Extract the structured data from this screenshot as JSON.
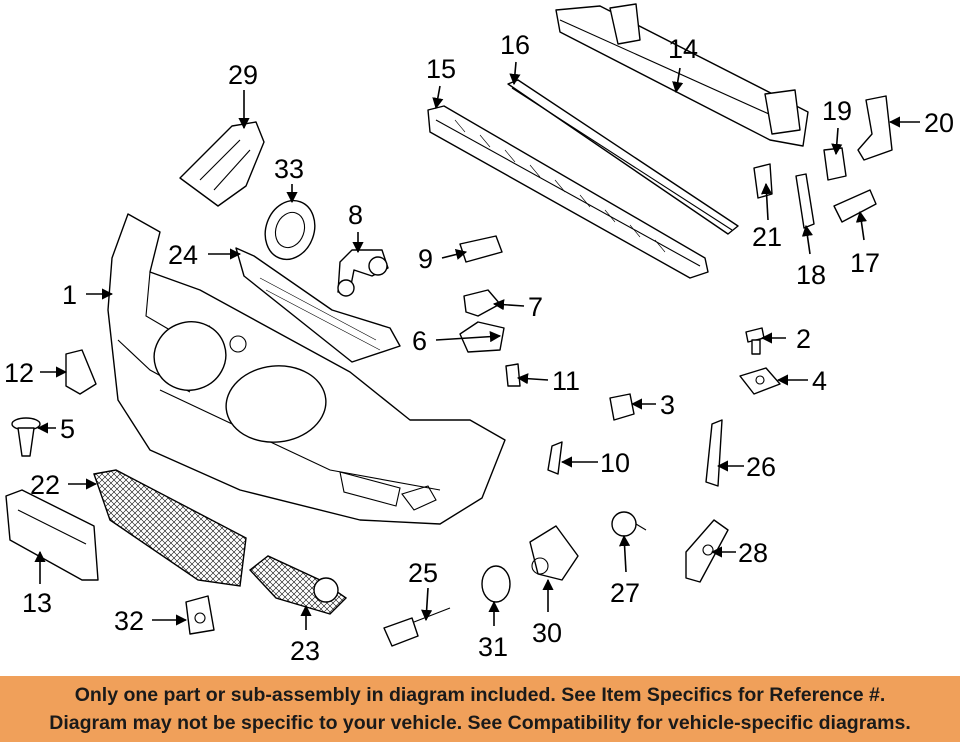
{
  "diagram": {
    "callouts": [
      {
        "id": "p1",
        "label": "1"
      },
      {
        "id": "p2",
        "label": "2"
      },
      {
        "id": "p3",
        "label": "3"
      },
      {
        "id": "p4",
        "label": "4"
      },
      {
        "id": "p5",
        "label": "5"
      },
      {
        "id": "p6",
        "label": "6"
      },
      {
        "id": "p7",
        "label": "7"
      },
      {
        "id": "p8",
        "label": "8"
      },
      {
        "id": "p9",
        "label": "9"
      },
      {
        "id": "p10",
        "label": "10"
      },
      {
        "id": "p11",
        "label": "11"
      },
      {
        "id": "p12",
        "label": "12"
      },
      {
        "id": "p13",
        "label": "13"
      },
      {
        "id": "p14",
        "label": "14"
      },
      {
        "id": "p15",
        "label": "15"
      },
      {
        "id": "p16",
        "label": "16"
      },
      {
        "id": "p17",
        "label": "17"
      },
      {
        "id": "p18",
        "label": "18"
      },
      {
        "id": "p19",
        "label": "19"
      },
      {
        "id": "p20",
        "label": "20"
      },
      {
        "id": "p21",
        "label": "21"
      },
      {
        "id": "p22",
        "label": "22"
      },
      {
        "id": "p23",
        "label": "23"
      },
      {
        "id": "p24",
        "label": "24"
      },
      {
        "id": "p25",
        "label": "25"
      },
      {
        "id": "p26",
        "label": "26"
      },
      {
        "id": "p27",
        "label": "27"
      },
      {
        "id": "p28",
        "label": "28"
      },
      {
        "id": "p29",
        "label": "29"
      },
      {
        "id": "p30",
        "label": "30"
      },
      {
        "id": "p31",
        "label": "31"
      },
      {
        "id": "p32",
        "label": "32"
      },
      {
        "id": "p33",
        "label": "33"
      }
    ]
  },
  "footer": {
    "line1": "Only one part or sub-assembly in diagram included. See Item Specifics for Reference #.",
    "line2": "Diagram may not be specific to your vehicle. See Compatibility for vehicle-specific diagrams."
  },
  "colors": {
    "footer_background": "#f0a05a",
    "line_art": "#000000",
    "background": "#ffffff"
  }
}
